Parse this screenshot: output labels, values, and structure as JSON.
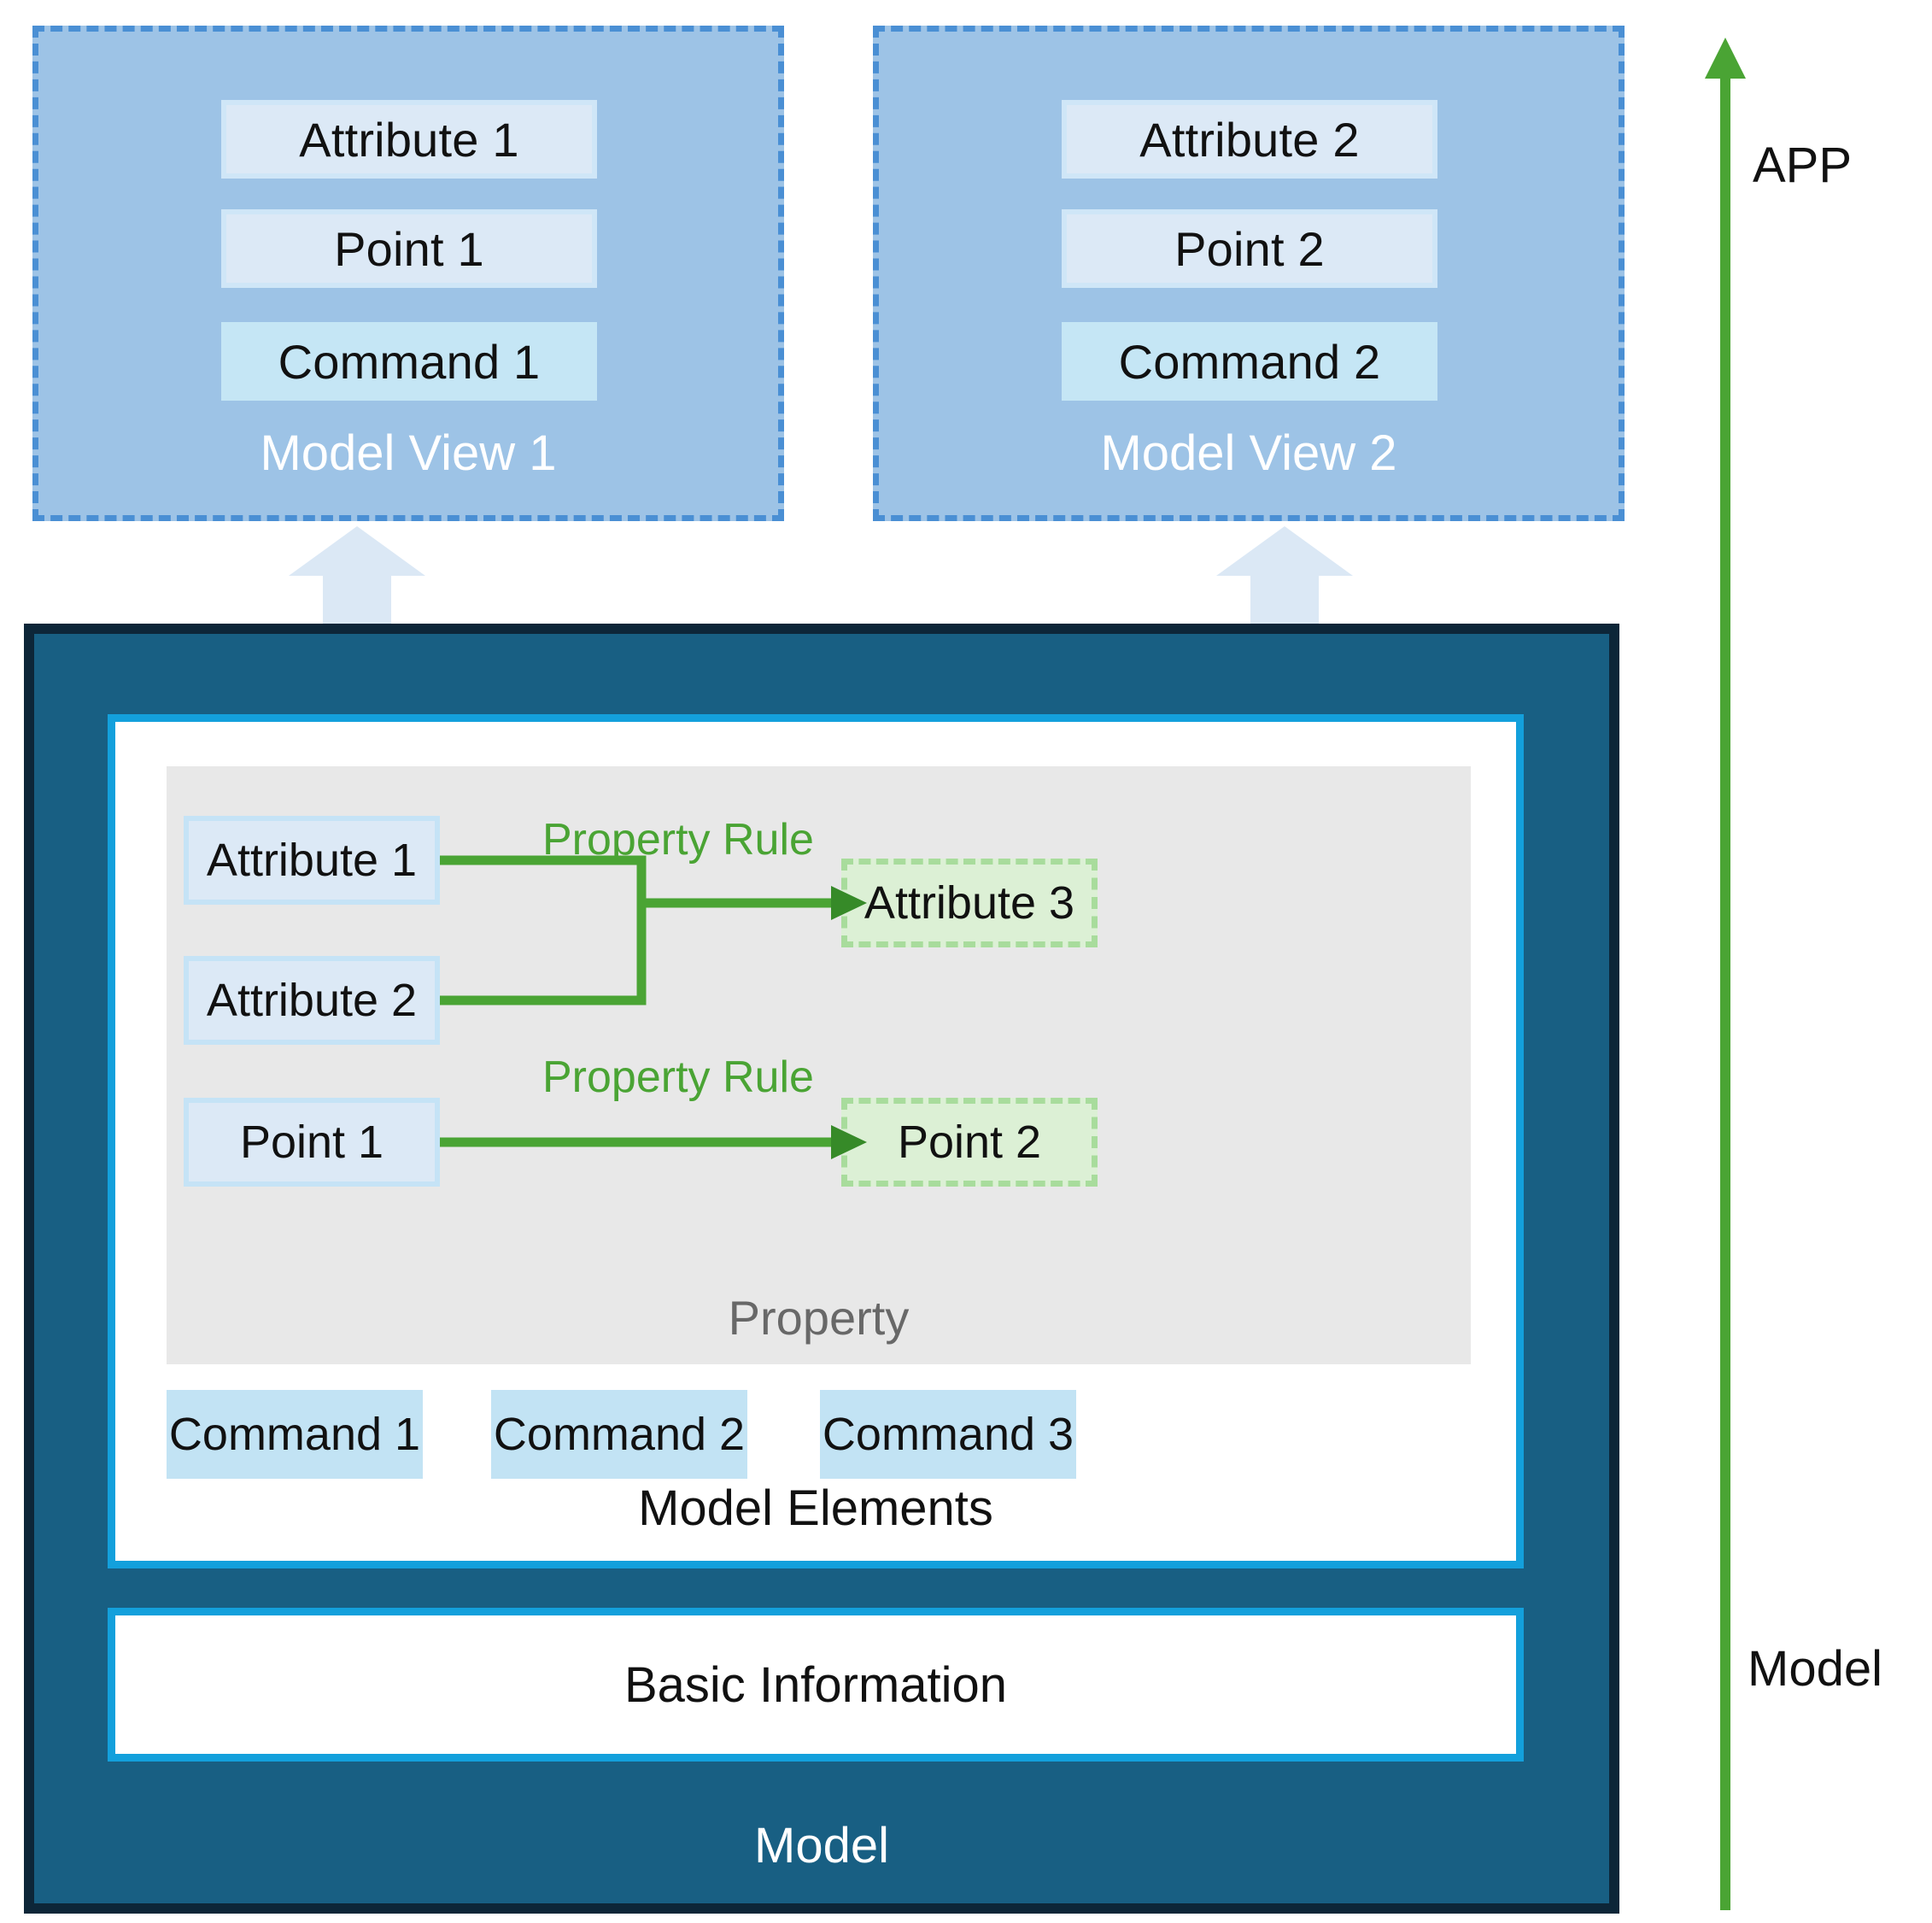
{
  "colors": {
    "view_fill": "#9dc3e6",
    "view_border": "#4a8fd4",
    "chip_fill": "#dce9f6",
    "chip_border": "#c5e3f6",
    "command_fill": "#c2e3f4",
    "model_fill": "#185f83",
    "model_outer_border": "#0d2638",
    "model_inner_border": "#13a0dc",
    "property_panel": "#e8e8e8",
    "rule_green": "#4aa434",
    "target_fill": "#dcf0d5",
    "target_border": "#a8dc9c",
    "block_arrow": "#dbe8f5",
    "axis_green": "#4aa434",
    "caption_gray": "#686868"
  },
  "app_layer": {
    "views": [
      {
        "title": "Model View 1",
        "chips": [
          {
            "label": "Attribute 1",
            "kind": "attribute"
          },
          {
            "label": "Point 1",
            "kind": "point"
          },
          {
            "label": "Command 1",
            "kind": "command"
          }
        ]
      },
      {
        "title": "Model View 2",
        "chips": [
          {
            "label": "Attribute 2",
            "kind": "attribute"
          },
          {
            "label": "Point 2",
            "kind": "point"
          },
          {
            "label": "Command 2",
            "kind": "command"
          }
        ]
      }
    ]
  },
  "model_layer": {
    "caption": "Model",
    "model_elements": {
      "caption": "Model Elements",
      "property": {
        "caption": "Property",
        "sources": [
          {
            "label": "Attribute 1"
          },
          {
            "label": "Attribute 2"
          },
          {
            "label": "Point 1"
          }
        ],
        "rules": [
          {
            "label": "Property Rule",
            "target": "Attribute 3"
          },
          {
            "label": "Property Rule",
            "target": "Point 2"
          }
        ],
        "targets": [
          {
            "label": "Attribute 3"
          },
          {
            "label": "Point 2"
          }
        ]
      },
      "commands": [
        {
          "label": "Command 1"
        },
        {
          "label": "Command 2"
        },
        {
          "label": "Command 3"
        }
      ]
    },
    "basic_information": {
      "caption": "Basic Information"
    }
  },
  "axis": {
    "top_label": "APP",
    "bottom_label": "Model"
  }
}
